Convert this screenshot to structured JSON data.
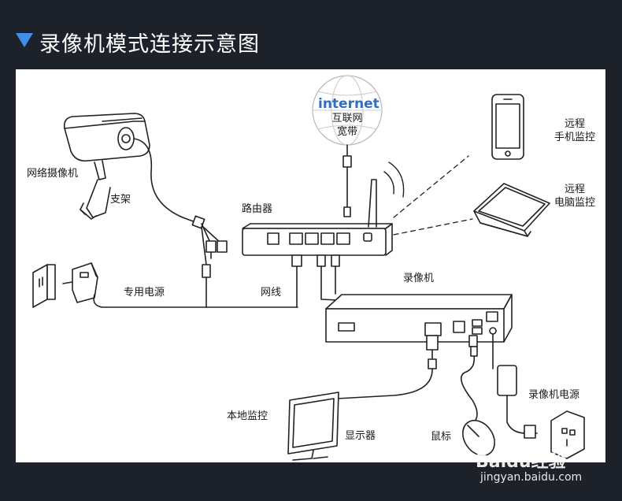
{
  "header": {
    "title": "录像机模式连接示意图"
  },
  "cloud": {
    "line1": "internet",
    "line2": "互联网",
    "line3": "宽带"
  },
  "labels": {
    "camera": "网络摄像机",
    "bracket": "支架",
    "router": "路由器",
    "power_special": "专用电源",
    "network_cable": "网线",
    "nvr": "录像机",
    "phone_line1": "远程",
    "phone_line2": "手机监控",
    "pc_line1": "远程",
    "pc_line2": "电脑监控",
    "nvr_power": "录像机电源",
    "local_monitor": "本地监控",
    "display": "显示器",
    "mouse": "鼠标"
  },
  "watermark": {
    "brand": "Baidu经验",
    "url": "jingyan.baidu.com"
  },
  "colors": {
    "accent": "#3f8ee8",
    "internet_text": "#2f6fc0",
    "background": "#1d2129",
    "panel": "#ffffff"
  }
}
